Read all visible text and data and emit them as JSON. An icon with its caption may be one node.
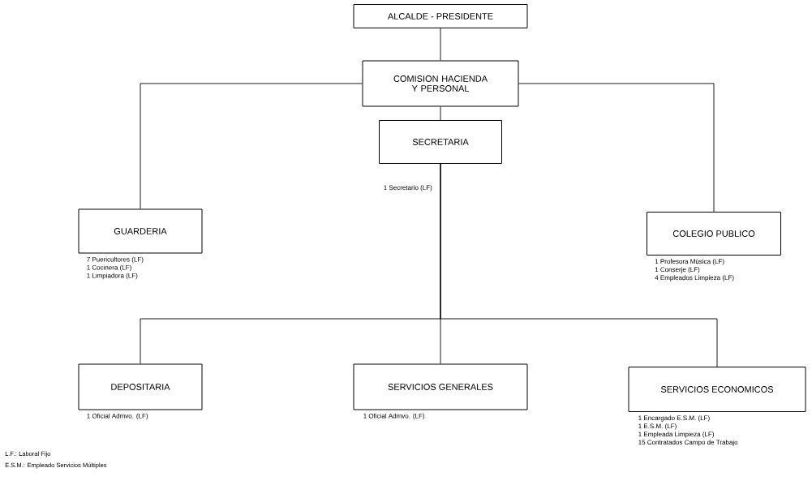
{
  "diagram": {
    "nodes": [
      {
        "text": [
          "ALCALDE - PRESIDENTE"
        ]
      },
      {
        "text": [
          "COMISION HACIENDA Y PERSONAL"
        ]
      },
      {
        "text": [
          "SECRETARIA"
        ],
        "beside": [
          "1 Secretario (LF)"
        ]
      },
      {
        "text": [
          "GUARDERIA"
        ],
        "beside": [
          "7 Puericultores (LF)",
          "1 Cocinera (LF)",
          "1 Limpiadora (LF)"
        ]
      },
      {
        "text": [
          "COLEGIO PUBLICO"
        ],
        "beside": [
          "1 Profesora Música (LF)",
          "1 Conserje (LF)",
          "4 Empleados Limpieza (LF)"
        ]
      },
      {
        "text": [
          "DEPOSITARIA"
        ],
        "beside": [
          "1 Oficial Admvo. (LF)"
        ]
      },
      {
        "text": [
          "SERVICIOS GENERALES"
        ],
        "beside": [
          "1 Oficial Admvo. (LF)"
        ]
      },
      {
        "text": [
          "SERVICIOS ECONOMICOS"
        ],
        "beside": [
          "1 Encargado E.S.M. (LF)",
          "1 E.S.M. (LF)",
          "1 Empleada Limpieza (LF)",
          "15 Contratados Campo de Trabajo"
        ]
      }
    ],
    "edges": [
      {
        "from": 0,
        "to": 1,
        "arrow": "none"
      },
      {
        "from": 1,
        "to": 2,
        "arrow": "none"
      },
      {
        "from": 1,
        "to": 3,
        "arrow": "none"
      },
      {
        "from": 1,
        "to": 4,
        "arrow": "none"
      },
      {
        "from": 2,
        "to": 5,
        "arrow": "none"
      },
      {
        "from": 2,
        "to": 6,
        "arrow": "none"
      },
      {
        "from": 2,
        "to": 7,
        "arrow": "none"
      }
    ],
    "labels": [
      "L.F.: Laboral Fijo",
      "E.S.M.: Empleado Servicios Múltiples"
    ]
  }
}
